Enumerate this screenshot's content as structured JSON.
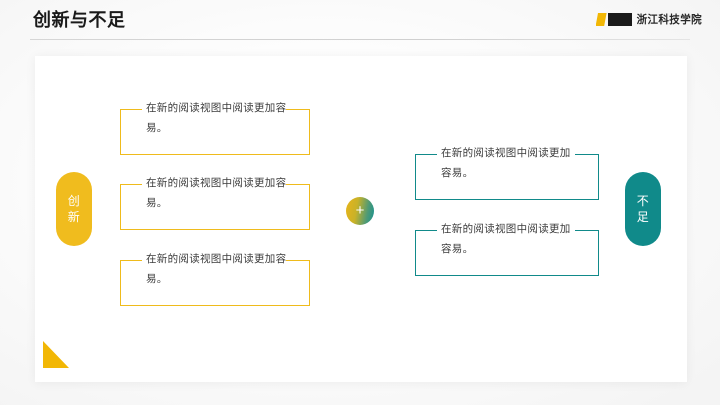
{
  "slide": {
    "title": "创新与不足",
    "logo": {
      "text": "浙江科技学院",
      "mark_yellow_color": "#F2B705",
      "mark_black_color": "#1A1A1A"
    },
    "colors": {
      "yellow": "#EFBB1C",
      "teal": "#118A8A",
      "text": "#3B3B3B",
      "title": "#1A1A1A",
      "card": "#FFFFFF"
    }
  },
  "pills": {
    "left": {
      "label": "创新",
      "chars": [
        "创",
        "新"
      ],
      "color": "#F0BC1E"
    },
    "right": {
      "label": "不足",
      "chars": [
        "不",
        "足"
      ],
      "color": "#108A8A"
    }
  },
  "center": {
    "glyph": "+",
    "name": "plus-icon"
  },
  "notes": {
    "left": [
      {
        "text": "在新的阅读视图中阅读更加容易。"
      },
      {
        "text": "在新的阅读视图中阅读更加容易。"
      },
      {
        "text": "在新的阅读视图中阅读更加容易。"
      }
    ],
    "right": [
      {
        "text": "在新的阅读视图中阅读更加容易。"
      },
      {
        "text": "在新的阅读视图中阅读更加容易。"
      }
    ]
  },
  "decoration": {
    "corner_triangle_color": "#F2B705"
  }
}
